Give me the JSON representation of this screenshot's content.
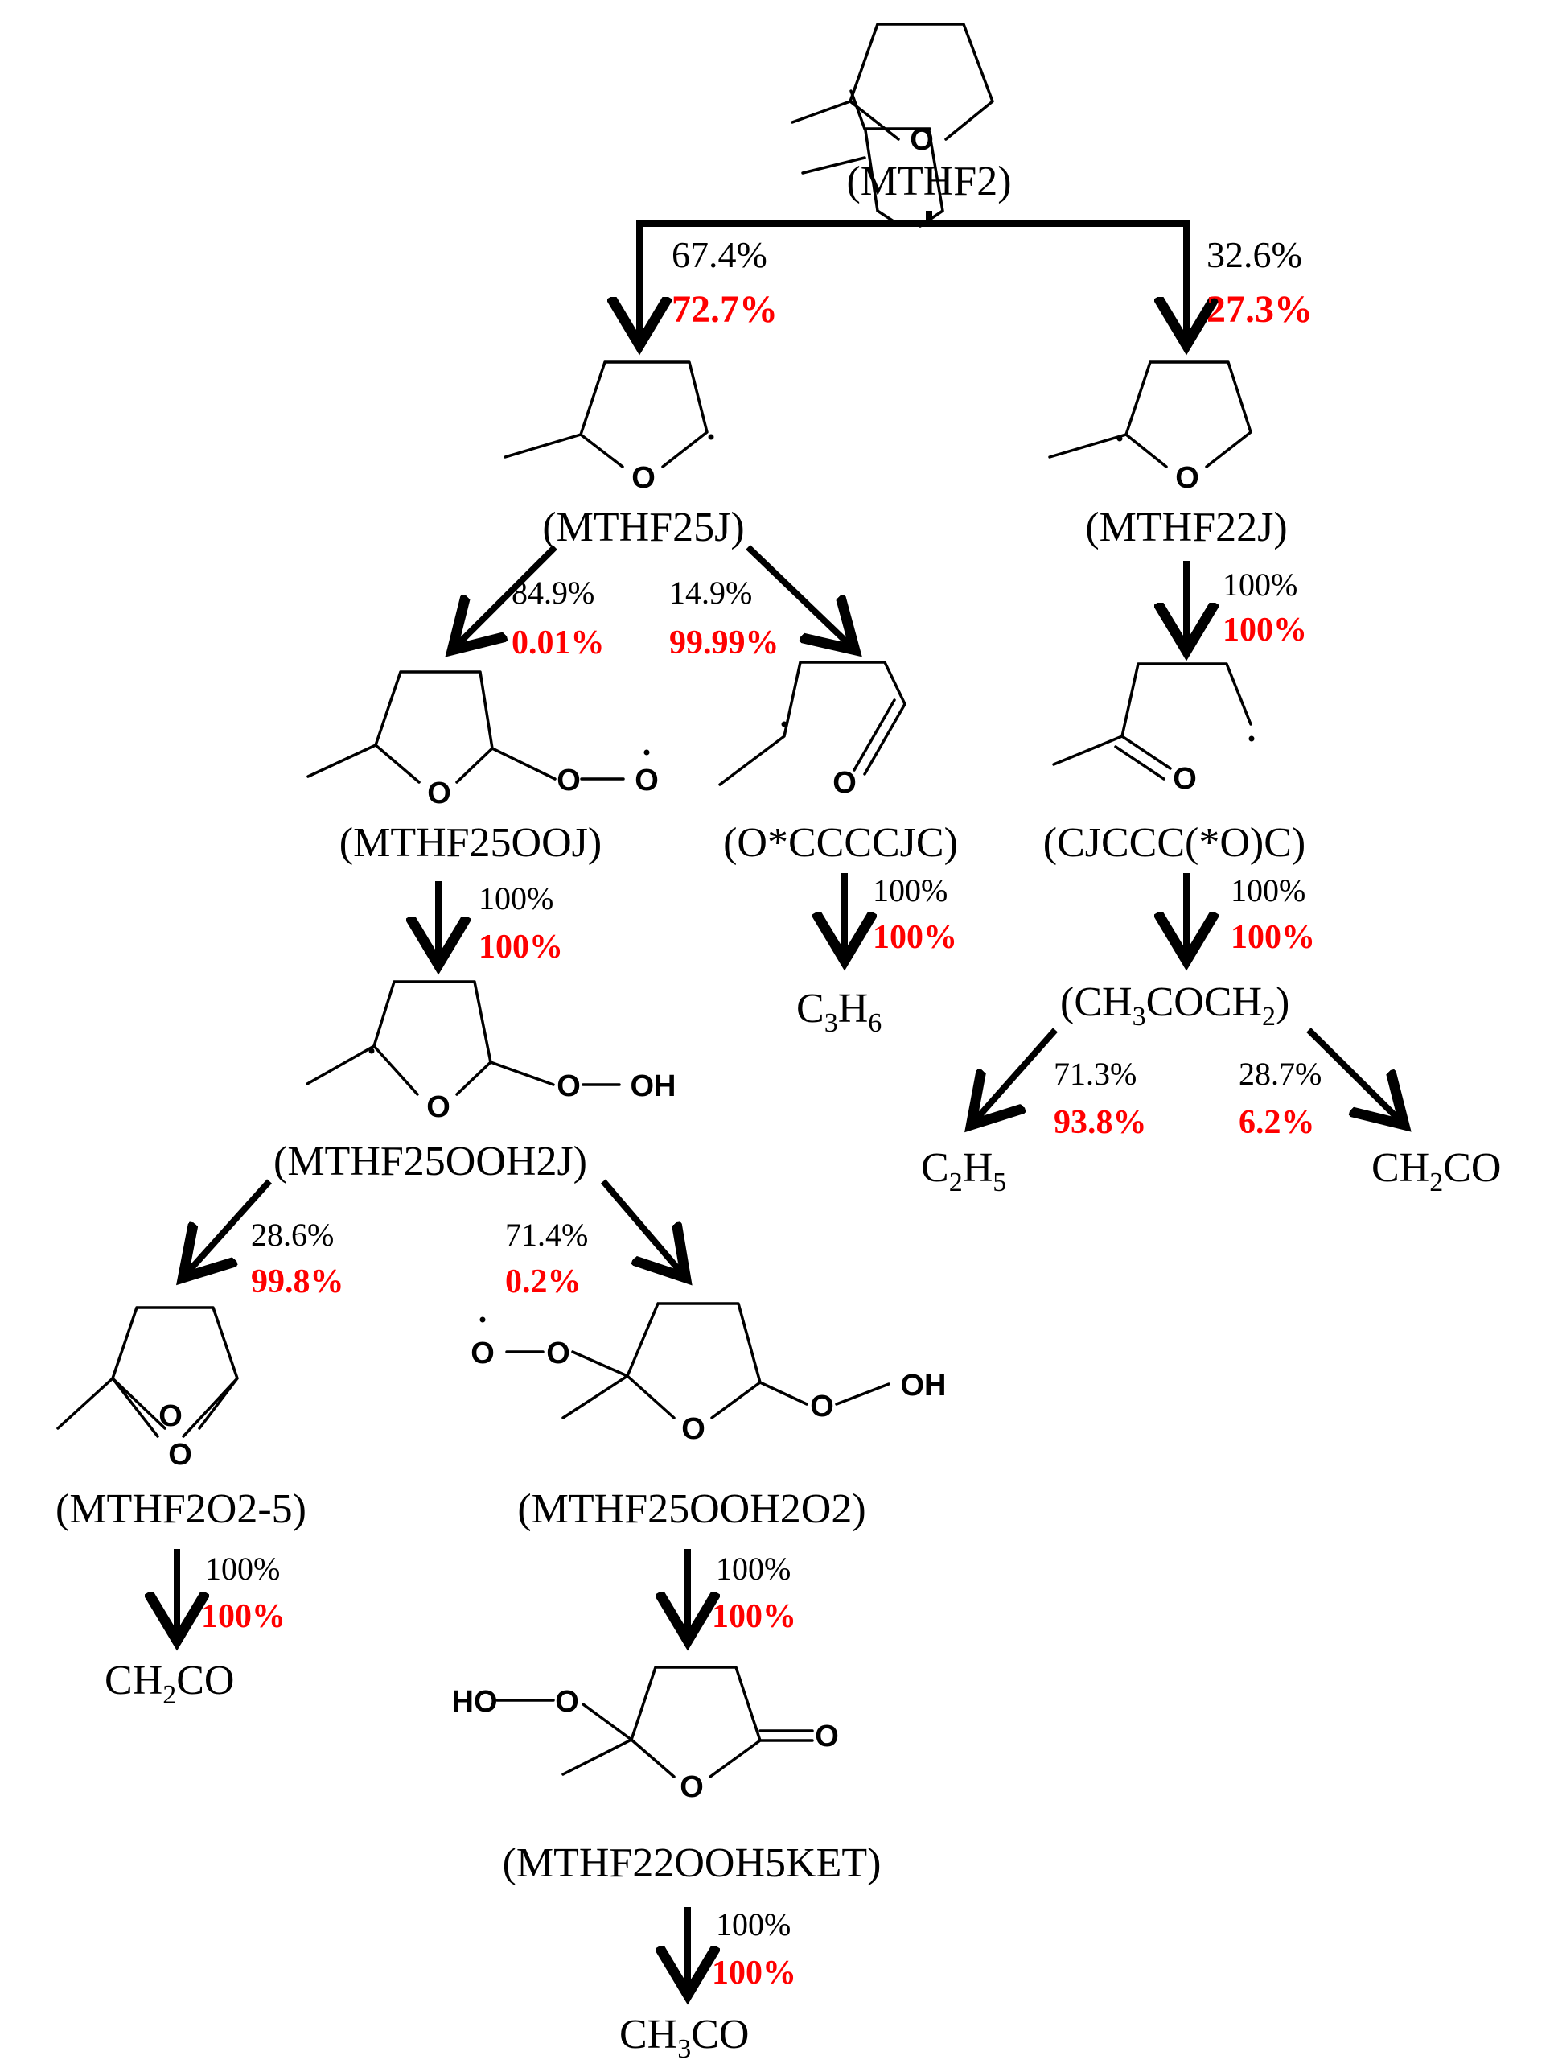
{
  "species": {
    "mthf2": "(MTHF2)",
    "mthf25j": "(MTHF25J)",
    "mthf22j": "(MTHF22J)",
    "mthf25ooj": "(MTHF25OOJ)",
    "o_ccccjc": "(O*CCCCJC)",
    "cjccc_o_c": "(CJCCC(*O)C)",
    "c3h6": {
      "main": "C",
      "sub1": "3",
      "mid": "H",
      "sub2": "6"
    },
    "ch3coch2": {
      "p1": "(CH",
      "s1": "3",
      "p2": "COCH",
      "s2": "2",
      "p3": ")"
    },
    "mthf25ooh2j": "(MTHF25OOH2J)",
    "c2h5": {
      "main": "C",
      "sub1": "2",
      "mid": "H",
      "sub2": "5"
    },
    "ch2co_right": {
      "p1": "CH",
      "s1": "2",
      "p2": "CO"
    },
    "mthf2o2_5": "(MTHF2O2-5)",
    "mthf25ooh2o2": "(MTHF25OOH2O2)",
    "ch2co_left": {
      "p1": "CH",
      "s1": "2",
      "p2": "CO"
    },
    "mthf22ooh5ket": "(MTHF22OOH5KET)",
    "ch3co": {
      "p1": "CH",
      "s1": "3",
      "p2": "CO"
    }
  },
  "branching": {
    "mthf2_to_25j": {
      "black": "67.4%",
      "red": "72.7%"
    },
    "mthf2_to_22j": {
      "black": "32.6%",
      "red": "27.3%"
    },
    "25j_to_25ooj": {
      "black": "84.9%",
      "red": "0.01%"
    },
    "25j_to_occccjc": {
      "black": "14.9%",
      "red": "99.99%"
    },
    "22j_to_cjccc": {
      "black": "100%",
      "red": "100%"
    },
    "25ooj_to_25ooh2j": {
      "black": "100%",
      "red": "100%"
    },
    "occccjc_to_c3h6": {
      "black": "100%",
      "red": "100%"
    },
    "cjccc_to_ch3coch2": {
      "black": "100%",
      "red": "100%"
    },
    "ch3coch2_to_c2h5": {
      "black": "71.3%",
      "red": "93.8%"
    },
    "ch3coch2_to_ch2co": {
      "black": "28.7%",
      "red": "6.2%"
    },
    "25ooh2j_to_2o2_5": {
      "black": "28.6%",
      "red": "99.8%"
    },
    "25ooh2j_to_25ooh2o2": {
      "black": "71.4%",
      "red": "0.2%"
    },
    "2o2_5_to_ch2co": {
      "black": "100%",
      "red": "100%"
    },
    "25ooh2o2_to_ket": {
      "black": "100%",
      "red": "100%"
    },
    "ket_to_ch3co": {
      "black": "100%",
      "red": "100%"
    }
  },
  "atoms": {
    "oxygen": "O",
    "hydroxyl": "OH",
    "hydroperoxy": "HO"
  },
  "colors": {
    "ink": "#000000",
    "highlight": "#ff0000"
  }
}
